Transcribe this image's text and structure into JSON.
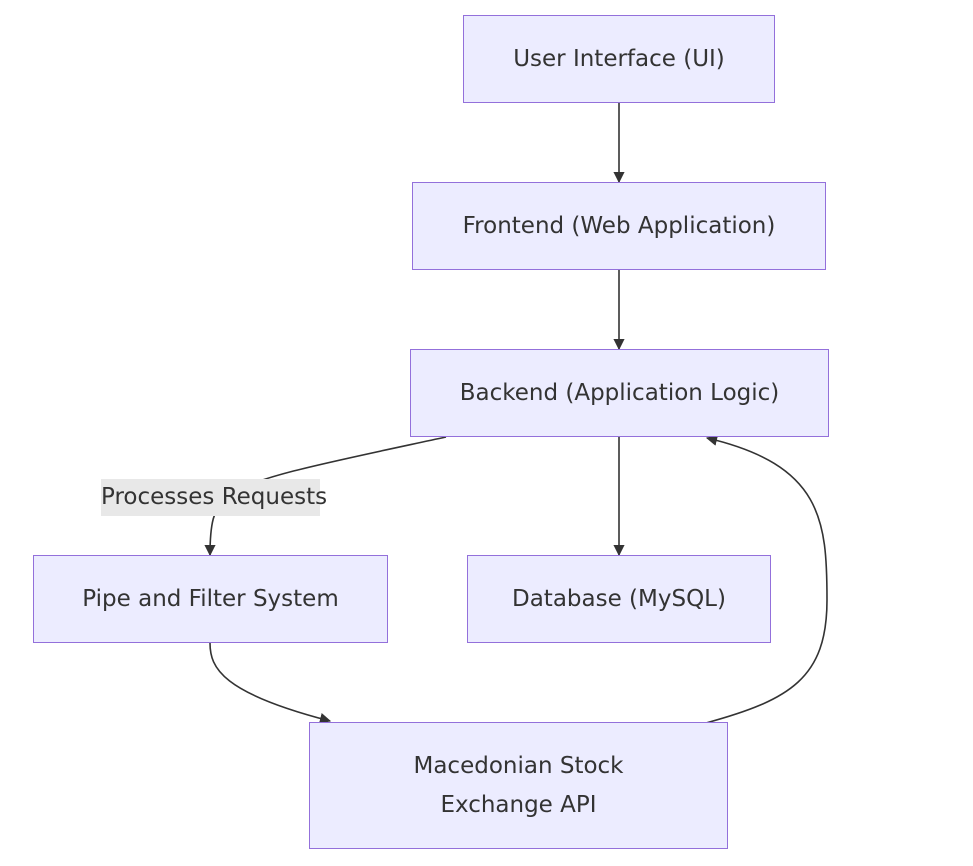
{
  "diagram": {
    "nodes": {
      "ui": {
        "label": "User Interface (UI)"
      },
      "frontend": {
        "label": "Frontend (Web Application)"
      },
      "backend": {
        "label": "Backend (Application Logic)"
      },
      "pipe": {
        "label": "Pipe and Filter System"
      },
      "database": {
        "label": "Database (MySQL)"
      },
      "api": {
        "lines": [
          "Macedonian Stock",
          "Exchange API"
        ]
      }
    },
    "edges": [
      {
        "from": "User Interface (UI)",
        "to": "Frontend (Web Application)"
      },
      {
        "from": "Frontend (Web Application)",
        "to": "Backend (Application Logic)"
      },
      {
        "from": "Backend (Application Logic)",
        "to": "Pipe and Filter System",
        "label": "Processes Requests"
      },
      {
        "from": "Backend (Application Logic)",
        "to": "Database (MySQL)"
      },
      {
        "from": "Pipe and Filter System",
        "to": "Macedonian Stock Exchange API"
      },
      {
        "from": "Macedonian Stock Exchange API",
        "to": "Backend (Application Logic)"
      }
    ],
    "colors": {
      "node_fill": "#ececff",
      "node_border": "#9370db",
      "edge": "#333333",
      "label_background": "#e8e8e8",
      "text": "#333333"
    }
  }
}
